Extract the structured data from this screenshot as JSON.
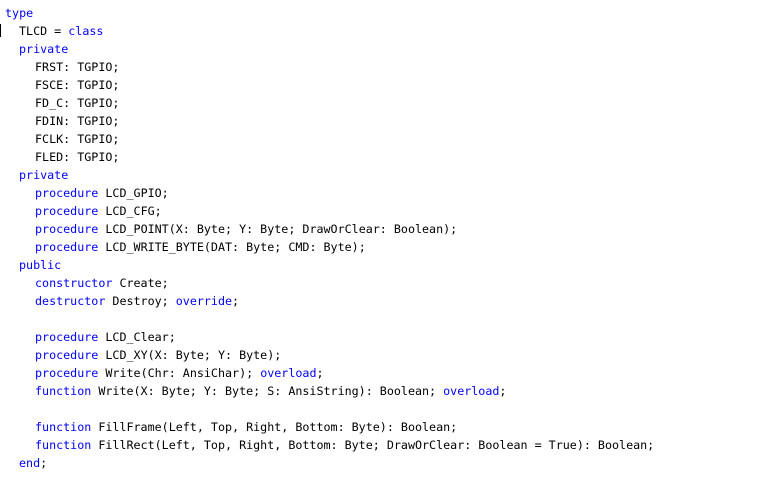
{
  "colors": {
    "keyword": "#0000ff",
    "text": "#000000",
    "background": "#ffffff"
  },
  "lines": [
    {
      "indent": 0,
      "parts": [
        {
          "t": "type",
          "k": "kw"
        }
      ]
    },
    {
      "indent": 1,
      "parts": [
        {
          "t": "TLCD = ",
          "k": "tx"
        },
        {
          "t": "class",
          "k": "kw"
        }
      ]
    },
    {
      "indent": 1,
      "parts": [
        {
          "t": "private",
          "k": "kw"
        }
      ]
    },
    {
      "indent": 2,
      "parts": [
        {
          "t": "FRST: TGPIO;",
          "k": "tx"
        }
      ]
    },
    {
      "indent": 2,
      "parts": [
        {
          "t": "FSCE: TGPIO;",
          "k": "tx"
        }
      ]
    },
    {
      "indent": 2,
      "parts": [
        {
          "t": "FD_C: TGPIO;",
          "k": "tx"
        }
      ]
    },
    {
      "indent": 2,
      "parts": [
        {
          "t": "FDIN: TGPIO;",
          "k": "tx"
        }
      ]
    },
    {
      "indent": 2,
      "parts": [
        {
          "t": "FCLK: TGPIO;",
          "k": "tx"
        }
      ]
    },
    {
      "indent": 2,
      "parts": [
        {
          "t": "FLED: TGPIO;",
          "k": "tx"
        }
      ]
    },
    {
      "indent": 1,
      "parts": [
        {
          "t": "private",
          "k": "kw"
        }
      ]
    },
    {
      "indent": 2,
      "parts": [
        {
          "t": "procedure",
          "k": "kw"
        },
        {
          "t": " LCD_GPIO;",
          "k": "tx"
        }
      ]
    },
    {
      "indent": 2,
      "parts": [
        {
          "t": "procedure",
          "k": "kw"
        },
        {
          "t": " LCD_CFG;",
          "k": "tx"
        }
      ]
    },
    {
      "indent": 2,
      "parts": [
        {
          "t": "procedure",
          "k": "kw"
        },
        {
          "t": " LCD_POINT(X: Byte; Y: Byte; DrawOrClear: Boolean);",
          "k": "tx"
        }
      ]
    },
    {
      "indent": 2,
      "parts": [
        {
          "t": "procedure",
          "k": "kw"
        },
        {
          "t": " LCD_WRITE_BYTE(DAT: Byte; CMD: Byte);",
          "k": "tx"
        }
      ]
    },
    {
      "indent": 1,
      "parts": [
        {
          "t": "public",
          "k": "kw"
        }
      ]
    },
    {
      "indent": 2,
      "parts": [
        {
          "t": "constructor",
          "k": "kw"
        },
        {
          "t": " Create;",
          "k": "tx"
        }
      ]
    },
    {
      "indent": 2,
      "parts": [
        {
          "t": "destructor",
          "k": "kw"
        },
        {
          "t": " Destroy; ",
          "k": "tx"
        },
        {
          "t": "override",
          "k": "kw"
        },
        {
          "t": ";",
          "k": "tx"
        }
      ]
    },
    {
      "indent": 0,
      "parts": []
    },
    {
      "indent": 2,
      "parts": [
        {
          "t": "procedure",
          "k": "kw"
        },
        {
          "t": " LCD_Clear;",
          "k": "tx"
        }
      ]
    },
    {
      "indent": 2,
      "parts": [
        {
          "t": "procedure",
          "k": "kw"
        },
        {
          "t": " LCD_XY(X: Byte; Y: Byte);",
          "k": "tx"
        }
      ]
    },
    {
      "indent": 2,
      "parts": [
        {
          "t": "procedure",
          "k": "kw"
        },
        {
          "t": " Write(Chr: AnsiChar); ",
          "k": "tx"
        },
        {
          "t": "overload",
          "k": "kw"
        },
        {
          "t": ";",
          "k": "tx"
        }
      ]
    },
    {
      "indent": 2,
      "parts": [
        {
          "t": "function",
          "k": "kw"
        },
        {
          "t": " Write(X: Byte; Y: Byte; S: AnsiString): Boolean; ",
          "k": "tx"
        },
        {
          "t": "overload",
          "k": "kw"
        },
        {
          "t": ";",
          "k": "tx"
        }
      ]
    },
    {
      "indent": 0,
      "parts": []
    },
    {
      "indent": 2,
      "parts": [
        {
          "t": "function",
          "k": "kw"
        },
        {
          "t": " FillFrame(Left, Top, Right, Bottom: Byte): Boolean;",
          "k": "tx"
        }
      ]
    },
    {
      "indent": 2,
      "parts": [
        {
          "t": "function",
          "k": "kw"
        },
        {
          "t": " FillRect(Left, Top, Right, Bottom: Byte; DrawOrClear: Boolean = True): Boolean;",
          "k": "tx"
        }
      ]
    },
    {
      "indent": 1,
      "parts": [
        {
          "t": "end",
          "k": "kw"
        },
        {
          "t": ";",
          "k": "tx"
        }
      ]
    }
  ]
}
